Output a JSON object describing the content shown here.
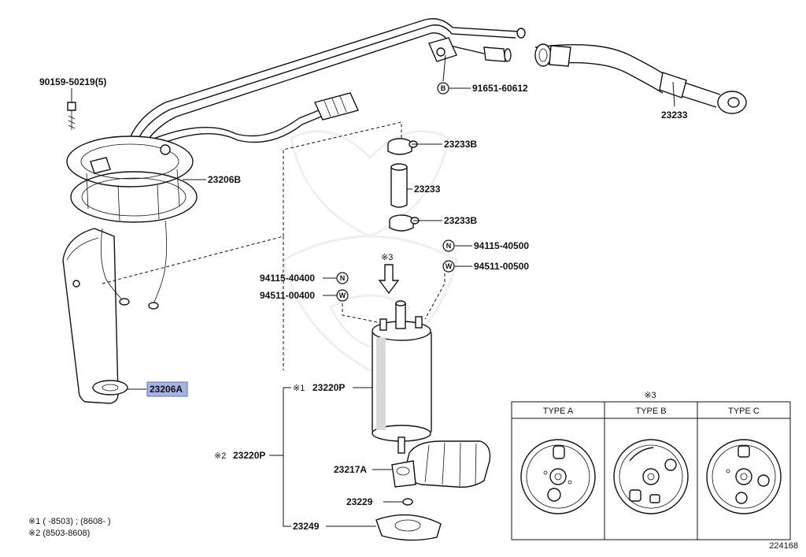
{
  "labels": {
    "p90159": "90159-50219(5)",
    "p91651": "91651-60612",
    "p23233_right": "23233",
    "p23233B_top": "23233B",
    "p23233_mid": "23233",
    "p23233B_bot": "23233B",
    "p23206B": "23206B",
    "p23206A": "23206A",
    "p94115_right": "94115-40500",
    "p94511_right": "94511-00500",
    "p94115_left": "94115-40400",
    "p94511_left": "94511-00400",
    "ref3_arrow": "※3",
    "ref1_tag": "※1",
    "p23220P_top": "23220P",
    "ref2_tag": "※2",
    "p23220P_left": "23220P",
    "p23217A": "23217A",
    "p23229": "23229",
    "p23249": "23249",
    "diagram_id": "224168"
  },
  "badges": {
    "b91651": "B",
    "n_right": "N",
    "w_right": "W",
    "n_left": "N",
    "w_left": "W"
  },
  "types_table": {
    "title": "※3",
    "type_a": "TYPE A",
    "type_b": "TYPE B",
    "type_c": "TYPE C"
  },
  "notes": {
    "note1": "※1 (      -8503) ; (8608-      )",
    "note2": "※2  (8503-8608)"
  },
  "highlight_color": "#a7b3e0"
}
